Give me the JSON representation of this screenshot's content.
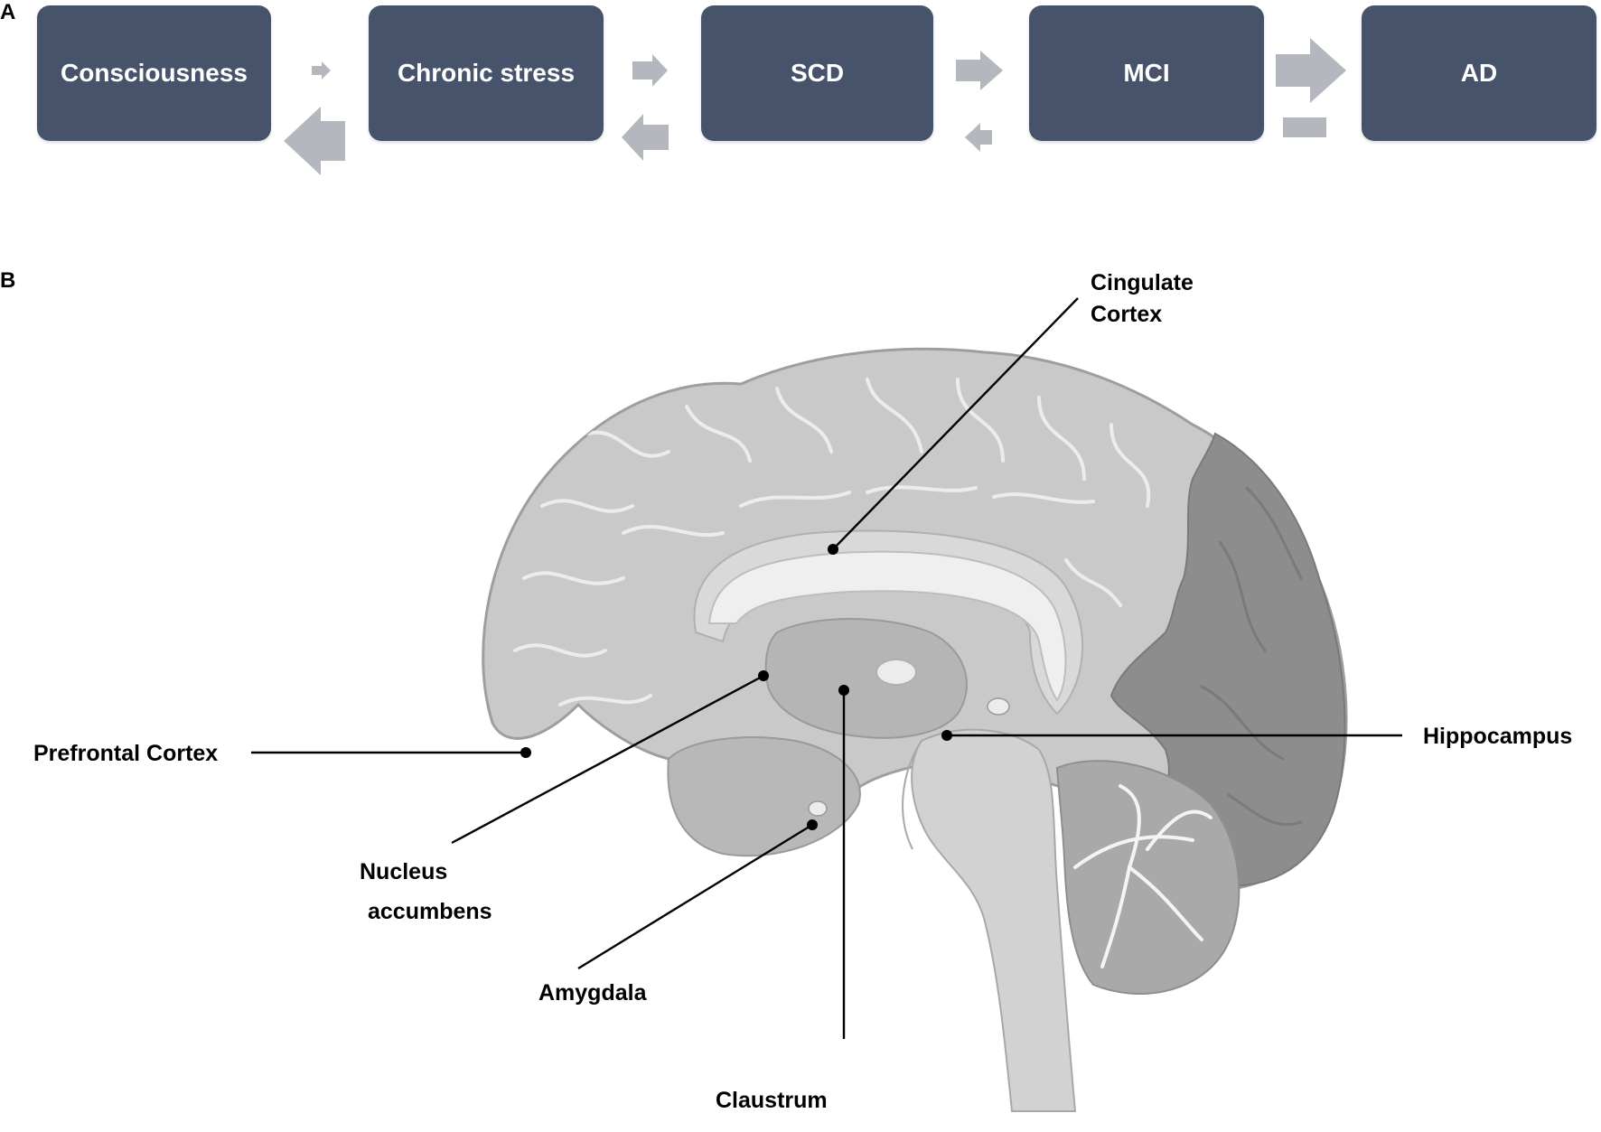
{
  "panel_a": {
    "label": "A",
    "stages": [
      {
        "label": "Consciousness"
      },
      {
        "label": "Chronic stress"
      },
      {
        "label": "SCD"
      },
      {
        "label": "MCI"
      },
      {
        "label": "AD"
      }
    ],
    "box_color": "#46536b",
    "arrow_color": "#b4b8be"
  },
  "panel_b": {
    "label": "B",
    "regions": {
      "cingulate_line1": "Cingulate",
      "cingulate_line2": "Cortex",
      "prefrontal": "Prefrontal Cortex",
      "hippocampus": "Hippocampus",
      "nucleus_line1": "Nucleus",
      "nucleus_line2": "accumbens",
      "amygdala": "Amygdala",
      "claustrum": "Claustrum"
    }
  }
}
